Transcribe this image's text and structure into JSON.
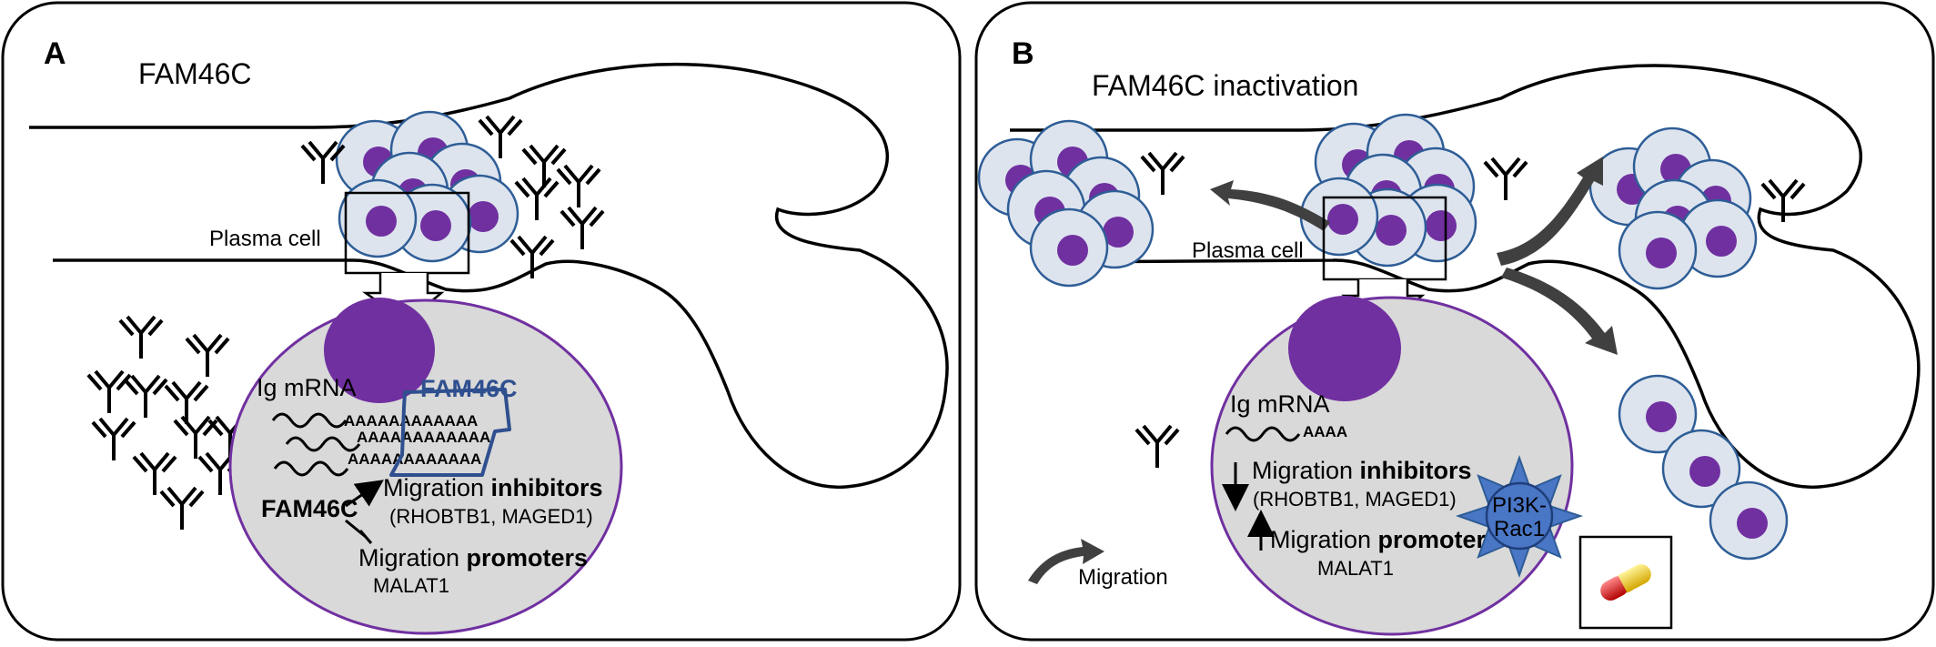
{
  "panel_a": {
    "letter": "A",
    "title": "FAM46C",
    "plasma_cell_label": "Plasma cell",
    "ig_mrna_label": "Ig mRNA",
    "polyA_tail": "AAAAAAAAAAAA",
    "fam46c_protein_label": "FAM46C",
    "fam46c_gene_label": "FAM46C",
    "inhibitors_prefix": "Migration ",
    "inhibitors_bold": "inhibitors",
    "inhibitors_genes": "(RHOBTB1, MAGED1)",
    "promoters_prefix": "Migration ",
    "promoters_bold": "promoters",
    "promoters_genes": "MALAT1"
  },
  "panel_b": {
    "letter": "B",
    "title": "FAM46C inactivation",
    "plasma_cell_label": "Plasma cell",
    "ig_mrna_label": "Ig mRNA",
    "polyA_tail": "AAAA",
    "inhibitors_prefix": "Migration ",
    "inhibitors_bold": "inhibitors",
    "inhibitors_genes": "(RHOBTB1, MAGED1)",
    "promoters_prefix": "Migration ",
    "promoters_bold": "promoters",
    "promoters_genes": "MALAT1",
    "pathway_line1": "PI3K-",
    "pathway_line2": "Rac1",
    "legend_migration": "Migration"
  },
  "colors": {
    "nucleus": "#7030a0",
    "cell_fill": "#dde4ee",
    "cell_stroke": "#2e5d96",
    "big_cell_fill": "#d9d9d9",
    "big_cell_stroke": "#7030a0",
    "fam46c_blue": "#2f4f8f",
    "pathway_star": "#4a76c6",
    "migration_arrow": "#404040"
  }
}
